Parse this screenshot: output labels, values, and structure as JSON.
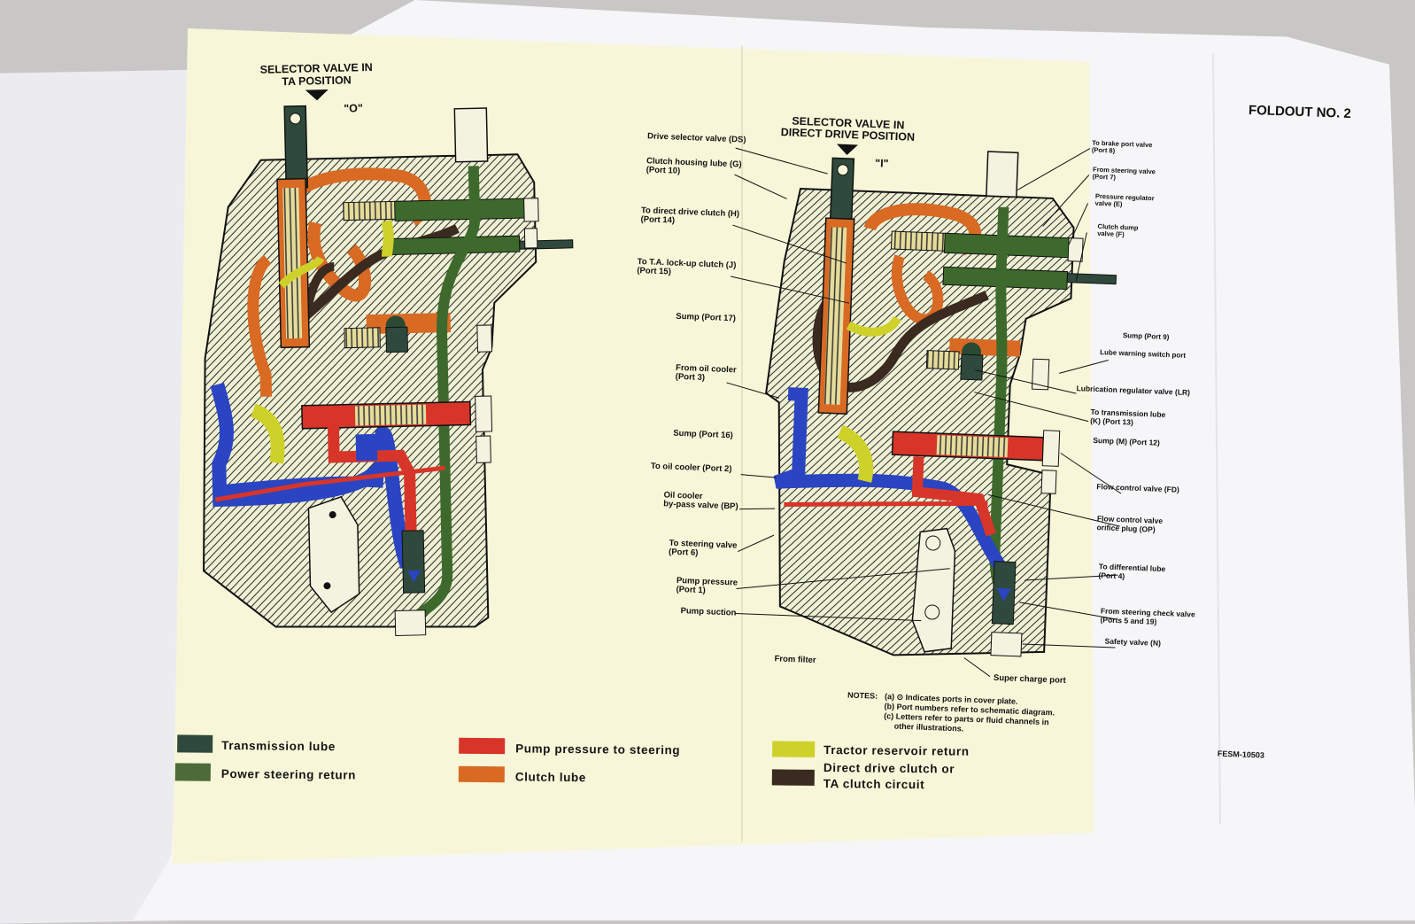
{
  "left_panel": {
    "heading_line1": "SELECTOR VALVE IN",
    "heading_line2": "TA POSITION",
    "position_mark": "\"O\""
  },
  "right_panel": {
    "heading_line1": "SELECTOR VALVE IN",
    "heading_line2": "DIRECT DRIVE POSITION",
    "position_mark": "\"I\""
  },
  "foldout_title": "FOLDOUT NO. 2",
  "callouts_left": [
    {
      "text": "Drive selector valve (DS)"
    },
    {
      "text": "Clutch housing lube (G)",
      "sub": "(Port 10)"
    },
    {
      "text": "To direct drive clutch (H)",
      "sub": "(Port 14)"
    },
    {
      "text": "To T.A. lock-up clutch (J)",
      "sub": "(Port 15)"
    },
    {
      "text": "Sump (Port 17)"
    },
    {
      "text": "From oil cooler",
      "sub": "(Port 3)"
    },
    {
      "text": "Sump (Port 16)"
    },
    {
      "text": "To oil cooler (Port 2)"
    },
    {
      "text": "Oil cooler",
      "sub": "by-pass valve (BP)"
    },
    {
      "text": "To steering valve",
      "sub": "(Port 6)"
    },
    {
      "text": "Pump pressure",
      "sub": "(Port 1)"
    },
    {
      "text": "Pump suction"
    },
    {
      "text": "From filter"
    }
  ],
  "callouts_right": [
    {
      "text": "To brake port valve",
      "sub": "(Port 8)"
    },
    {
      "text": "From steering valve",
      "sub": "(Port 7)"
    },
    {
      "text": "Pressure regulator",
      "sub": "valve (E)"
    },
    {
      "text": "Clutch dump",
      "sub": "valve (F)"
    },
    {
      "text": "Sump (Port 9)"
    },
    {
      "text": "Lube warning switch port"
    },
    {
      "text": "Lubrication regulator valve (LR)"
    },
    {
      "text": "To transmission lube",
      "sub": "(K) (Port 13)"
    },
    {
      "text": "Sump (M) (Port 12)"
    },
    {
      "text": "Flow control valve (FD)"
    },
    {
      "text": "Flow control valve",
      "sub": "orifice plug (OP)"
    },
    {
      "text": "To differential lube",
      "sub": "(Port 4)"
    },
    {
      "text": "From steering check valve",
      "sub": "(Ports 5 and 19)"
    },
    {
      "text": "Safety valve (N)"
    },
    {
      "text": "Super charge port"
    }
  ],
  "notes": {
    "heading": "NOTES:",
    "a": "(a) ⊙ Indicates ports in cover plate.",
    "b": "(b) Port numbers refer to schematic diagram.",
    "c1": "(c) Letters refer to parts or fluid channels in",
    "c2": "other illustrations."
  },
  "doc_code": "FESM-10503",
  "legend": [
    {
      "label": "Transmission lube",
      "color": "#2f4a3c"
    },
    {
      "label": "Power steering return",
      "color": "#4c6a3a"
    },
    {
      "label": "Pump pressure to steering",
      "color": "#d7352a"
    },
    {
      "label": "Clutch lube",
      "color": "#d86a24"
    },
    {
      "label": "Tractor reservoir return",
      "color": "#cfd12b"
    },
    {
      "label": "Direct drive clutch or",
      "label2": "TA clutch circuit",
      "color": "#3a2a20"
    }
  ],
  "colors": {
    "paper": "#f7f6d8",
    "hatch": "#2b2b2b",
    "red": "#d7352a",
    "orange": "#d86a24",
    "blue": "#2a44c2",
    "green": "#3d6a2c",
    "yellow": "#cfd12b",
    "brown": "#3a2a20"
  }
}
